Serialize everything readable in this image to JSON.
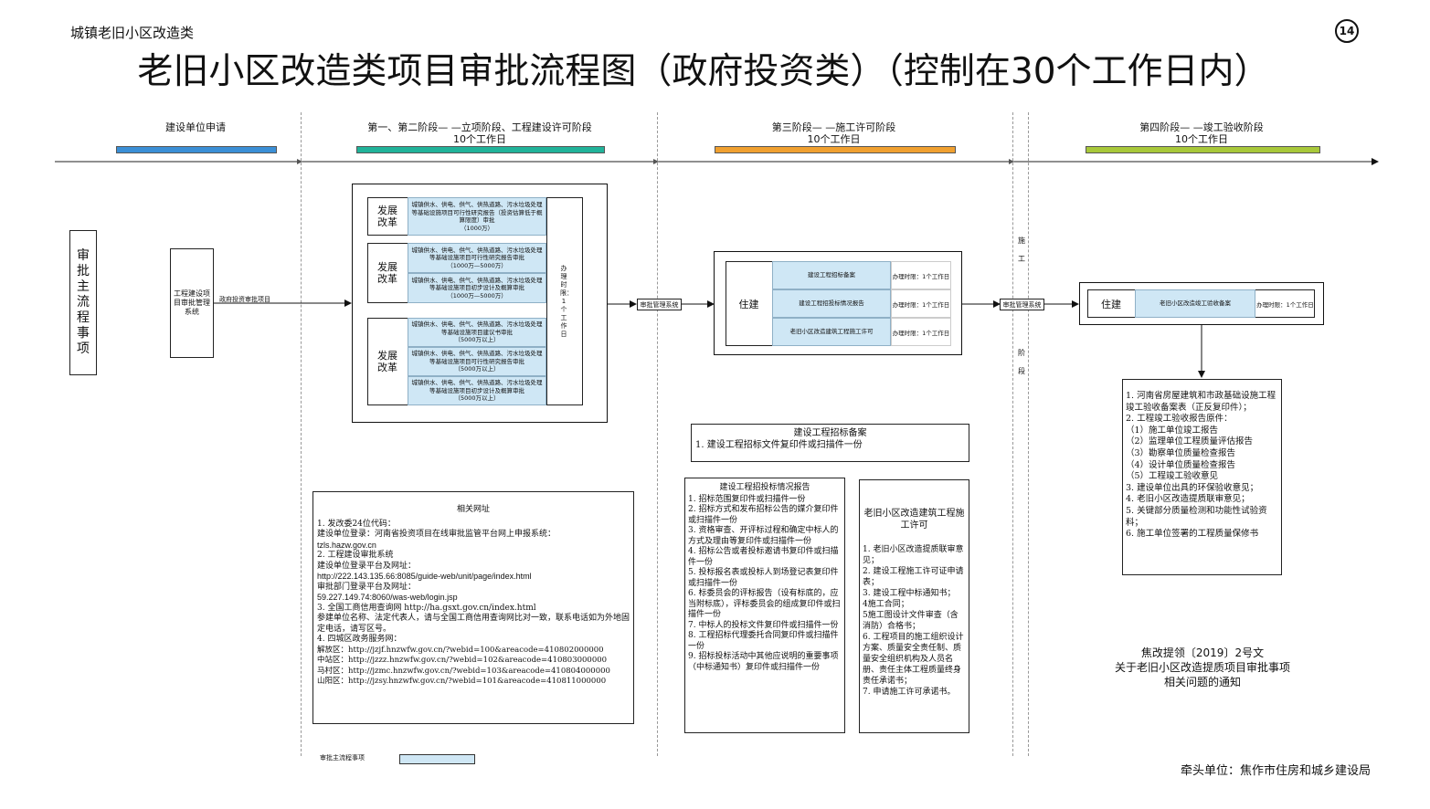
{
  "header": {
    "category": "城镇老旧小区改造类",
    "page_number": "14",
    "title": "老旧小区改造类项目审批流程图（政府投资类）（控制在30个工作日内）"
  },
  "phases": [
    {
      "label": "建设单位申请",
      "days": "",
      "bar_color": "#3b8fd6"
    },
    {
      "label": "第一、第二阶段— —立项阶段、工程建设许可阶段",
      "days": "10个工作日",
      "bar_color": "#21b39a"
    },
    {
      "label": "第三阶段— —施工许可阶段",
      "days": "10个工作日",
      "bar_color": "#f0a030"
    },
    {
      "label": "第四阶段— —竣工验收阶段",
      "days": "10个工作日",
      "bar_color": "#a8c83a"
    }
  ],
  "main_label": "审批主流程事项",
  "apply_box": "工程建设项目审批管理系统",
  "apply_arrow_label": "政府投资审批项目",
  "stage12": {
    "dept": "发展改革",
    "time_note": "办理时限：1个工作日",
    "groups": [
      {
        "items": [
          "城镇供水、供电、供气、供热道路、污水垃圾处理等基础设施项目可行性研究报告（投资估算低于概算限度）审批\n（1000万）"
        ]
      },
      {
        "items": [
          "城镇供水、供电、供气、供热道路、污水垃圾处理等基础设施项目可行性研究报告审批\n（1000万—5000万）",
          "城镇供水、供电、供气、供热道路、污水垃圾处理等基础设施项目初步设计及概算审批\n（1000万—5000万）"
        ]
      },
      {
        "items": [
          "城镇供水、供电、供气、供热道路、污水垃圾处理等基础设施项目建议书审批\n（5000万以上）",
          "城镇供水、供电、供气、供热道路、污水垃圾处理等基础设施项目可行性研究报告审批\n（5000万以上）",
          "城镇供水、供电、供气、供热道路、污水垃圾处理等基础设施项目初步设计及概算审批\n（5000万以上）"
        ]
      }
    ]
  },
  "system_label": "审批管理系统",
  "stage3": {
    "dept": "住建",
    "items": [
      {
        "name": "建设工程招标备案",
        "time": "办理时限：1个工作日"
      },
      {
        "name": "建设工程招投标情况报告",
        "time": "办理时限：1个工作日"
      },
      {
        "name": "老旧小区改造建筑工程施工许可",
        "time": "办理时限：1个工作日"
      }
    ]
  },
  "parallel_label": [
    "施",
    "工",
    "阶",
    "段"
  ],
  "stage4": {
    "dept": "住建",
    "item": "老旧小区改造竣工验收备案",
    "time": "办理时限：1个工作日"
  },
  "links_box": {
    "title": "相关网址",
    "lines": [
      "1. 发改委24位代码：",
      "建设单位登录：河南省投资项目在线审批监管平台网上申报系统：",
      "tzls.hazw.gov.cn",
      "2. 工程建设审批系统",
      "建设单位登录平台及网址：",
      "http://222.143.135.66:8085/guide-web/unit/page/index.html",
      "审批部门登录平台及网址：",
      "59.227.149.74:8060/was-web/login.jsp",
      "3. 全国工商信用查询网 http://ha.gsxt.gov.cn/index.html",
      "参建单位名称、法定代表人，请与全国工商信用查询网比对一致，联系电话如为外地固定电话，请写区号。",
      "4. 四城区政务服务网：",
      "解放区：http://jzjf.hnzwfw.gov.cn/?webid=100&areacode=410802000000",
      "中站区：http://jzzz.hnzwfw.gov.cn/?webid=102&areacode=410803000000",
      "马村区：http://jzmc.hnzwfw.gov.cn/?webid=103&areacode=410804000000",
      "山阳区：http://jzsy.hnzwfw.gov.cn/?webid=101&areacode=410811000000"
    ]
  },
  "tender_filing": {
    "title": "建设工程招标备案",
    "lines": [
      "1. 建设工程招标文件复印件或扫描件一份"
    ]
  },
  "tender_report": {
    "title": "建设工程招投标情况报告",
    "lines": [
      "1. 招标范围复印件或扫描件一份",
      "2. 招标方式和发布招标公告的媒介复印件或扫描件一份",
      "3. 资格审查、开评标过程和确定中标人的方式及理由等复印件或扫描件一份",
      "4. 招标公告或者投标邀请书复印件或扫描件一份",
      "5. 投标报名表或投标人到场登记表复印件或扫描件一份",
      "6. 标委员会的评标报告（设有标底的，应当附标底），评标委员会的组成复印件或扫描件一份",
      "7. 中标人的投标文件复印件或扫描件一份",
      "8. 工程招标代理委托合同复印件或扫描件一份",
      "9. 招标投标活动中其他应说明的重要事项（中标通知书）复印件或扫描件一份"
    ]
  },
  "construction_permit": {
    "title": "老旧小区改造建筑工程施工许可",
    "lines": [
      "1. 老旧小区改造提质联审意见；",
      "2. 建设工程施工许可证申请表；",
      "3. 建设工程中标通知书；",
      "4施工合同；",
      "5施工图设计文件审查（含消防）合格书；",
      "6. 工程项目的施工组织设计方案、质量安全责任制、质量安全组织机构及人员名册、责任主体工程质量终身责任承诺书；",
      "7. 申请施工许可承诺书。"
    ]
  },
  "acceptance": {
    "lines": [
      "1. 河南省房屋建筑和市政基础设施工程竣工验收备案表（正反复印件）；",
      "2. 工程竣工验收报告原件：",
      "（1）施工单位竣工报告",
      "（2）监理单位工程质量评估报告",
      "（3）勘察单位质量检查报告",
      "（4）设计单位质量检查报告",
      "（5）工程竣工验收意见",
      "3. 建设单位出具的环保验收意见；",
      "4. 老旧小区改造提质联审意见；",
      "5. 关键部分质量检测和功能性试验资料；",
      "6. 施工单位签署的工程质量保修书"
    ]
  },
  "notice": [
    "焦改提领〔2019〕2号文",
    "关于老旧小区改造提质项目审批事项",
    "相关问题的通知"
  ],
  "legend": {
    "label": "审批主流程事项",
    "swatch_color": "#cfe7f5"
  },
  "lead_unit": "牵头单位：焦作市住房和城乡建设局"
}
